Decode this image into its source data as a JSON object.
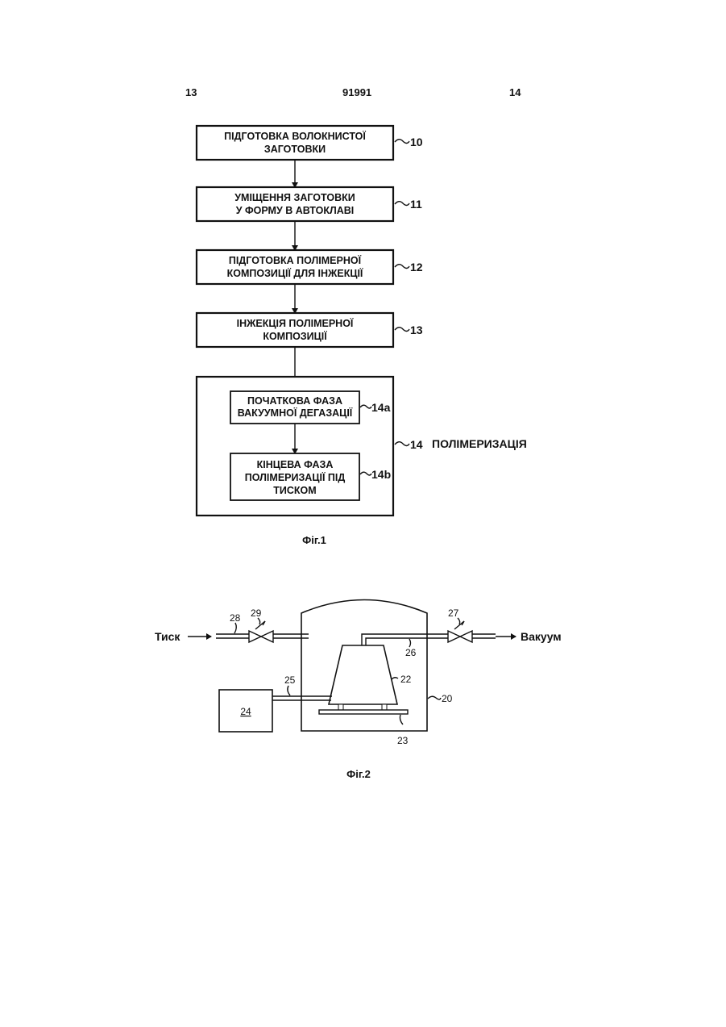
{
  "header": {
    "left": "13",
    "center": "91991",
    "right": "14"
  },
  "fig1": {
    "steps": [
      {
        "lines": [
          "ПІДГОТОВКА ВОЛОКНИСТОЇ",
          "ЗАГОТОВКИ"
        ],
        "ref": "10"
      },
      {
        "lines": [
          "УМІЩЕННЯ ЗАГОТОВКИ",
          "У ФОРМУ В АВТОКЛАВІ"
        ],
        "ref": "11"
      },
      {
        "lines": [
          "ПІДГОТОВКА ПОЛІМЕРНОЇ",
          "КОМПОЗИЦІЇ ДЛЯ ІНЖЕКЦІЇ"
        ],
        "ref": "12"
      },
      {
        "lines": [
          "ІНЖЕКЦІЯ ПОЛІМЕРНОЇ",
          "КОМПОЗИЦІЇ"
        ],
        "ref": "13"
      }
    ],
    "group": {
      "ref": "14",
      "label": "ПОЛІМЕРИЗАЦІЯ",
      "substeps": [
        {
          "lines": [
            "ПОЧАТКОВА ФАЗА",
            "ВАКУУМНОЇ ДЕГАЗАЦІЇ"
          ],
          "ref": "14a"
        },
        {
          "lines": [
            "КІНЦЕВА ФАЗА",
            "ПОЛІМЕРИЗАЦІЇ ПІД",
            "ТИСКОМ"
          ],
          "ref": "14b"
        }
      ]
    },
    "caption": "Фіг.1"
  },
  "fig2": {
    "pressure_label": "Тиск",
    "vacuum_label": "Вакуум",
    "refs": {
      "autoclave": "20",
      "mold": "22",
      "support": "23",
      "tank": "24",
      "injection_line": "25",
      "vacuum_line": "26",
      "vacuum_valve": "27",
      "pressure_line": "28",
      "pressure_valve": "29"
    },
    "caption": "Фіг.2"
  }
}
